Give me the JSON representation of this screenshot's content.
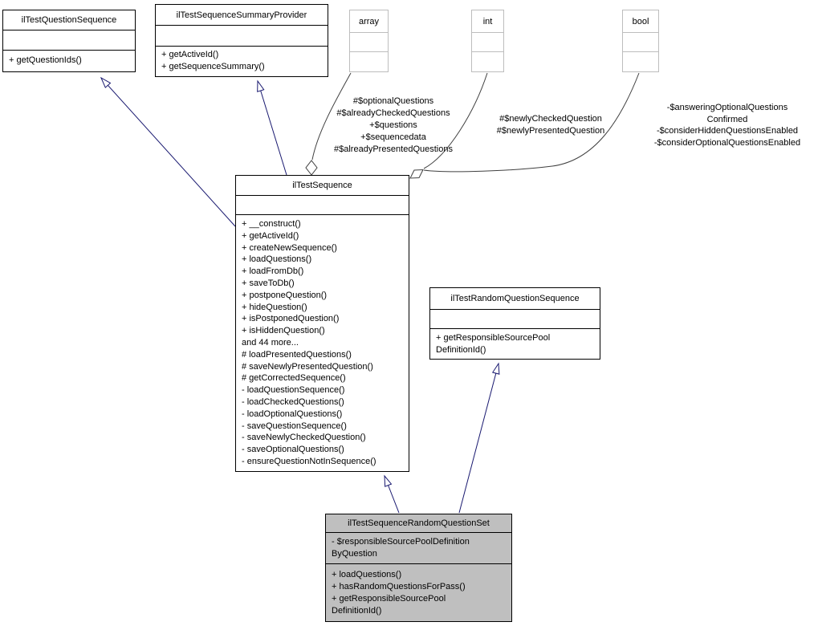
{
  "diagram": {
    "kind": "uml-collaboration-diagram",
    "colors": {
      "inheritance": "#191970",
      "usage": "#404040",
      "class_border": "#000000",
      "primitive_border": "#bdbdbd",
      "highlight_fill": "#bfbfbf"
    },
    "classes": {
      "question_sequence": {
        "title": "ilTestQuestionSequence",
        "methods": [
          "+ getQuestionIds()"
        ]
      },
      "summary_provider": {
        "title": "ilTestSequenceSummaryProvider",
        "methods": [
          "+ getActiveId()",
          "+ getSequenceSummary()"
        ]
      },
      "array_type": {
        "title": "array"
      },
      "int_type": {
        "title": "int"
      },
      "bool_type": {
        "title": "bool"
      },
      "test_sequence": {
        "title": "ilTestSequence",
        "methods": [
          "+ __construct()",
          "+ getActiveId()",
          "+ createNewSequence()",
          "+ loadQuestions()",
          "+ loadFromDb()",
          "+ saveToDb()",
          "+ postponeQuestion()",
          "+ hideQuestion()",
          "+ isPostponedQuestion()",
          "+ isHiddenQuestion()",
          "and 44 more...",
          "# loadPresentedQuestions()",
          "# saveNewlyPresentedQuestion()",
          "# getCorrectedSequence()",
          "- loadQuestionSequence()",
          "- loadCheckedQuestions()",
          "- loadOptionalQuestions()",
          "- saveQuestionSequence()",
          "- saveNewlyCheckedQuestion()",
          "- saveOptionalQuestions()",
          "- ensureQuestionNotInSequence()"
        ]
      },
      "random_question_sequence": {
        "title": "ilTestRandomQuestionSequence",
        "methods": [
          "+ getResponsibleSourcePool",
          "DefinitionId()"
        ]
      },
      "random_question_set": {
        "title": "ilTestSequenceRandomQuestionSet",
        "attributes": [
          "- $responsibleSourcePoolDefinition",
          "ByQuestion"
        ],
        "methods": [
          "+ loadQuestions()",
          "+ hasRandomQuestionsForPass()",
          "+ getResponsibleSourcePool",
          "DefinitionId()"
        ]
      }
    },
    "edge_labels": {
      "array_edge": [
        "#$optionalQuestions",
        "#$alreadyCheckedQuestions",
        "+$questions",
        "+$sequencedata",
        "#$alreadyPresentedQuestions"
      ],
      "int_edge": [
        "#$newlyCheckedQuestion",
        "#$newlyPresentedQuestion"
      ],
      "bool_edge": [
        "-$answeringOptionalQuestions",
        "Confirmed",
        "-$considerHiddenQuestionsEnabled",
        "-$considerOptionalQuestionsEnabled"
      ]
    }
  }
}
